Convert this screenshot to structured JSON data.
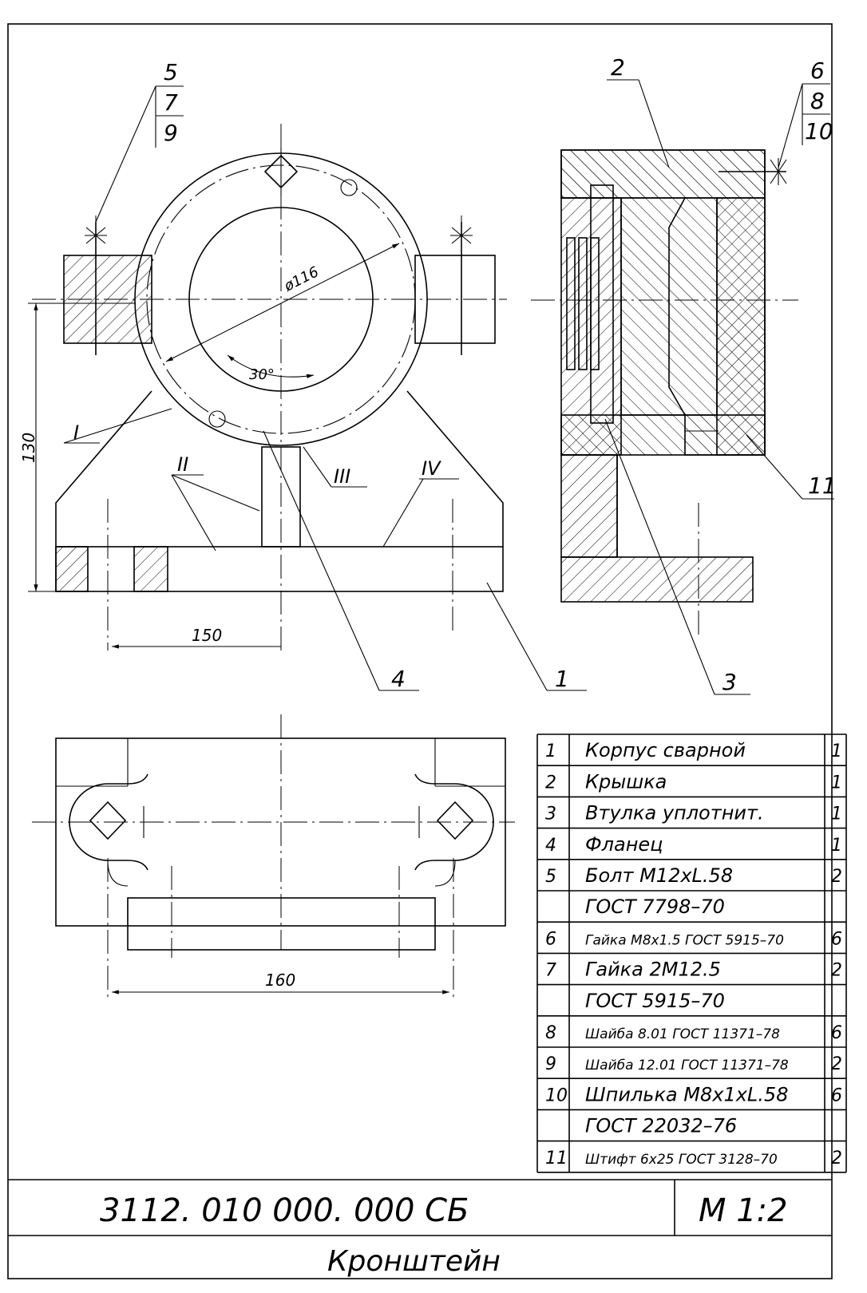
{
  "views": {
    "front": {
      "balloons": {
        "top_stack": [
          "5",
          "7",
          "9"
        ],
        "part_1": "1",
        "part_4": "4"
      },
      "weld_labels": [
        "I",
        "II",
        "III",
        "IV"
      ],
      "dimensions": {
        "diameter": "ø116",
        "angle": "30°",
        "height": "130",
        "half_span": "150"
      }
    },
    "side": {
      "balloons": {
        "top_stack": [
          "6",
          "8",
          "10"
        ],
        "part_2": "2",
        "part_3": "3",
        "part_11": "11"
      }
    },
    "top": {
      "dimensions": {
        "span": "160"
      }
    }
  },
  "spec_table": {
    "rows": [
      {
        "pos": "1",
        "name": "Корпус сварной",
        "qty": "1"
      },
      {
        "pos": "2",
        "name": "Крышка",
        "qty": "1"
      },
      {
        "pos": "3",
        "name": "Втулка уплотнит.",
        "qty": "1"
      },
      {
        "pos": "4",
        "name": "Фланец",
        "qty": "1"
      },
      {
        "pos": "5",
        "name": "Болт М12хL.58",
        "qty": "2"
      },
      {
        "pos": "",
        "name": "ГОСТ 7798–70",
        "qty": ""
      },
      {
        "pos": "6",
        "name": "Гайка М8х1.5 ГОСТ 5915–70",
        "qty": "6"
      },
      {
        "pos": "7",
        "name": "Гайка 2М12.5",
        "qty": "2"
      },
      {
        "pos": "",
        "name": "ГОСТ 5915–70",
        "qty": ""
      },
      {
        "pos": "8",
        "name": "Шайба 8.01 ГОСТ 11371–78",
        "qty": "6"
      },
      {
        "pos": "9",
        "name": "Шайба 12.01 ГОСТ 11371–78",
        "qty": "2"
      },
      {
        "pos": "10",
        "name": "Шпилька М8х1хL.58",
        "qty": "6"
      },
      {
        "pos": "",
        "name": "ГОСТ 22032–76",
        "qty": ""
      },
      {
        "pos": "11",
        "name": "Штифт 6х25 ГОСТ 3128–70",
        "qty": "2"
      }
    ]
  },
  "title_block": {
    "designation": "3112. 010 000. 000 СБ",
    "scale": "М 1:2",
    "name": "Кронштейн"
  }
}
